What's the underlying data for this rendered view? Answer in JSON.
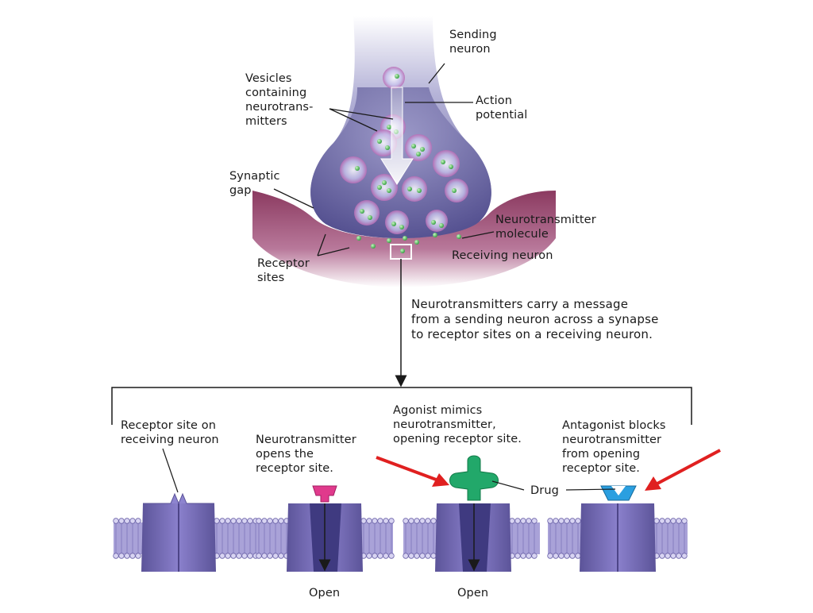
{
  "top_labels": {
    "sending_neuron": "Sending\nneuron",
    "vesicles": "Vesicles\ncontaining\nneurotrans-\nmitters",
    "action_potential": "Action\npotential",
    "synaptic_gap": "Synaptic\ngap",
    "neurotransmitter_molecule": "Neurotransmitter\nmolecule",
    "receiving_neuron": "Receiving neuron",
    "receptor_sites": "Receptor\nsites"
  },
  "caption": "Neurotransmitters carry a message\nfrom a sending neuron across a synapse\nto receptor sites on a receiving neuron.",
  "panels": [
    {
      "label": "Receptor site on\nreceiving neuron",
      "state": ""
    },
    {
      "label": "Neurotransmitter\nopens the\nreceptor site.",
      "state": "Open"
    },
    {
      "label": "Agonist mimics\nneurotransmitter,\nopening receptor site.",
      "state": "Open"
    },
    {
      "label": "Antagonist blocks\nneurotransmitter\nfrom opening\nreceptor site.",
      "state": ""
    }
  ],
  "drug_label": "Drug",
  "colors": {
    "neuron_purple": "#6a66a8",
    "membrane_maroon": "#7a2f52",
    "vesicle_pink": "#c0399a",
    "molecule_green": "#4cc35a",
    "channel_purple": "#7468b8",
    "neurotransmitter_pink": "#e03a8c",
    "agonist_green": "#22a86a",
    "antagonist_blue": "#2a9fe0",
    "arrow_red": "#e02020"
  }
}
